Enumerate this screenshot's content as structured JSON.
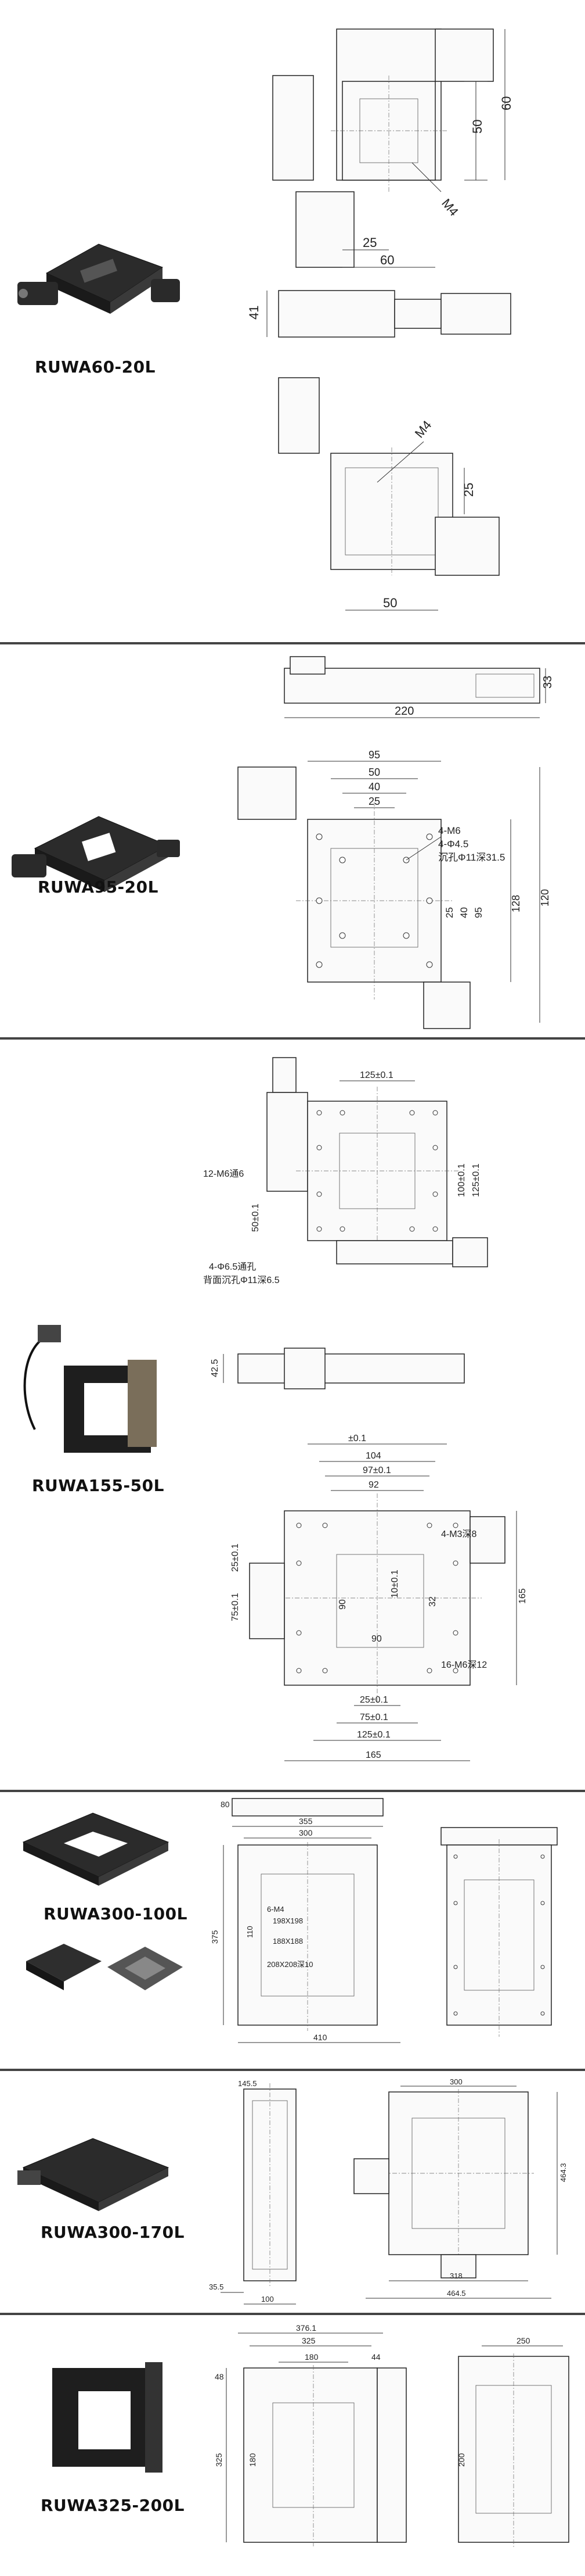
{
  "products": [
    {
      "name": "RUWA60-20L",
      "dims": {
        "d50": "50",
        "d60": "60",
        "m4": "M4",
        "d25": "25",
        "d60b": "60",
        "d41": "41",
        "m4b": "M4",
        "d25b": "25",
        "d50b": "50"
      }
    },
    {
      "name": "RUWA95-20L",
      "dims": {
        "d220": "220",
        "d33": "33",
        "d95": "95",
        "d50": "50",
        "d40": "40",
        "d25": "25",
        "m6": "4-M6",
        "phi45": "4-Φ4.5",
        "cb": "沉孔Φ11深31.5",
        "v25": "25",
        "v40": "40",
        "v95": "95",
        "v120": "120",
        "v128": "128"
      }
    },
    {
      "name": "RUWA155-50L",
      "dims": {
        "t125": "125±0.1",
        "m6d6": "12-M6通6",
        "l50": "50±0.1",
        "r100": "100±0.1",
        "r125": "125±0.1",
        "phi65": "4-Φ6.5通孔",
        "cb11": "背面沉孔Φ11深6.5",
        "h425": "42.5",
        "p01": "±0.1",
        "d104": "104",
        "d97": "97±0.1",
        "d92": "92",
        "m3": "4-M3深8",
        "l25": "25±0.1",
        "l75": "75±0.1",
        "c10": "10±0.1",
        "c90a": "90",
        "c90b": "90",
        "c32": "32",
        "m6d12": "16-M6深12",
        "b25": "25±0.1",
        "b75": "75±0.1",
        "b125": "125±0.1",
        "b165": "165",
        "r165": "165"
      }
    },
    {
      "name": "RUWA300-100L",
      "dims": {
        "d80": "80",
        "d355": "355",
        "d300": "300",
        "m4": "6-M4",
        "s198": "198X198",
        "s188": "188X188",
        "s208": "208X208深10",
        "v375": "375",
        "v110": "110",
        "d410": "410"
      }
    },
    {
      "name": "RUWA300-170L",
      "dims": {
        "d300": "300",
        "d318": "318",
        "d4645": "464.5",
        "d3545": "35.5",
        "d100": "100",
        "v4643": "464.3",
        "d1455": "145.5"
      }
    },
    {
      "name": "RUWA325-200L",
      "dims": {
        "d3761": "376.1",
        "d325": "325",
        "d180": "180",
        "d44": "44",
        "d250": "250",
        "d200": "200",
        "v48": "48",
        "v325": "325",
        "v180": "180"
      }
    }
  ]
}
